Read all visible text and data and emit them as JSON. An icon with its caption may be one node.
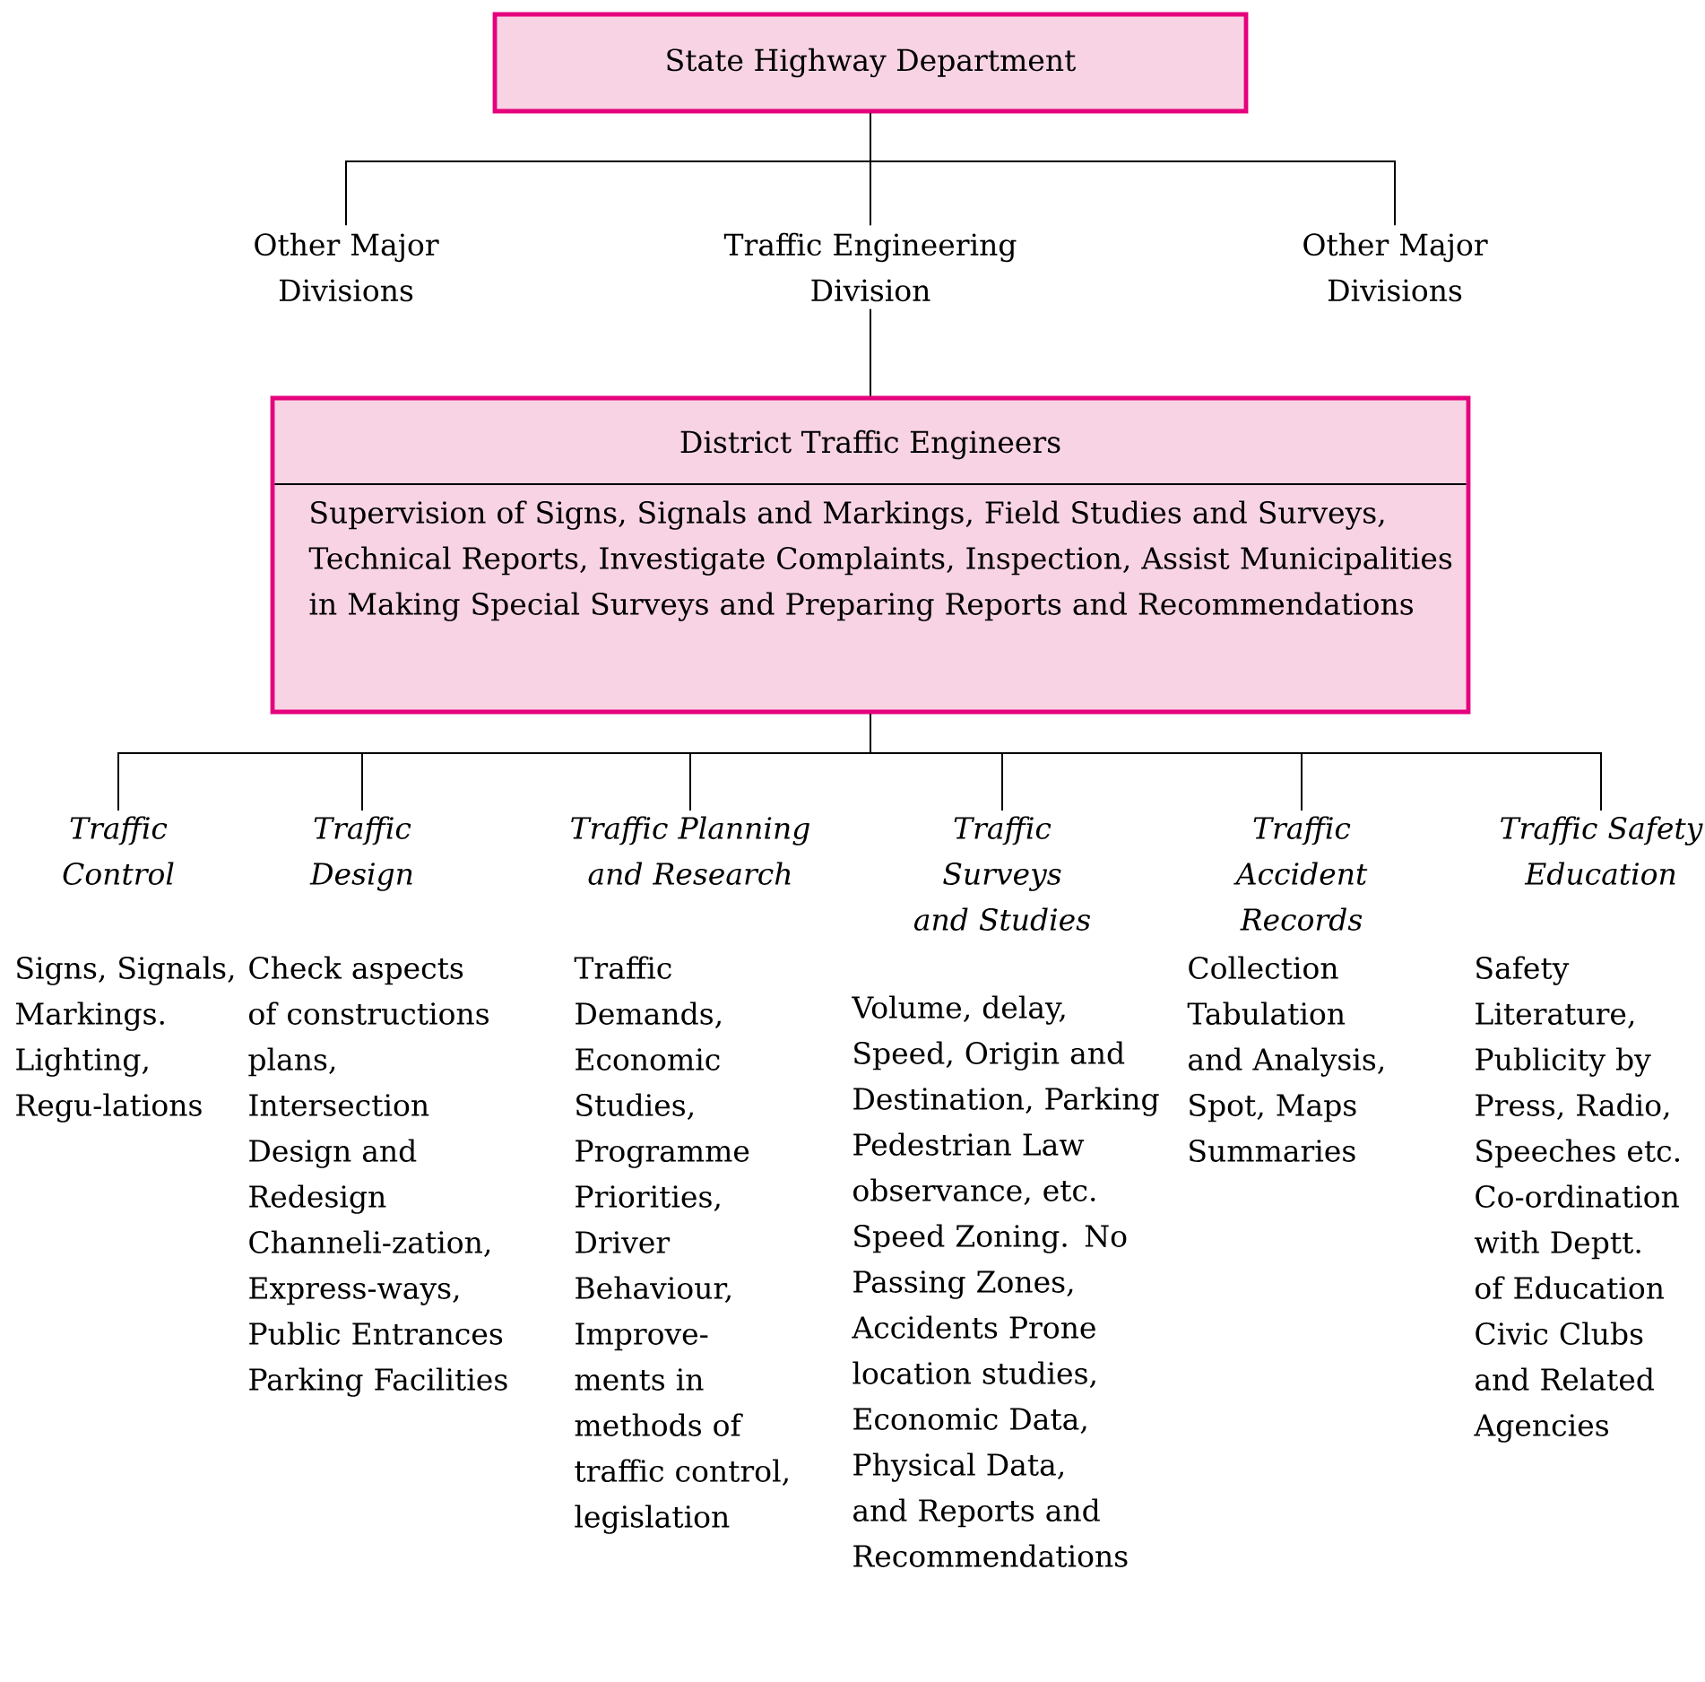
{
  "diagram": {
    "nodes": [
      {
        "text": [
          "State Highway Department"
        ]
      },
      {
        "text": [
          "Other Major Divisions"
        ]
      },
      {
        "text": [
          "Traffic Engineering Division"
        ]
      },
      {
        "text": [
          "Other Major Divisions"
        ]
      },
      {
        "text": [
          "District Traffic Engineers",
          "Supervision of Signs, Signals and Markings, Field Studies and Surveys, Technical Reports, Investigate Complaints, Inspection, Assist Municipalities in Making Special Surveys and Preparing Reports and Recommendations"
        ]
      },
      {
        "text": [
          "Traffic Control",
          "Signs, Signals, Markings. Lighting, Regu-lations"
        ]
      },
      {
        "text": [
          "Traffic Design",
          "Check aspects of constructions plans, Intersection Design and Redesign Channeli-zation, Express-ways, Public Entrances Parking Facilities"
        ]
      },
      {
        "text": [
          "Traffic Planning and Research",
          "Traffic Demands, Economic Studies, Programme Priorities, Driver Behaviour, Improve-ments in methods of traffic control, legislation"
        ]
      },
      {
        "text": [
          "Traffic Surveys and Studies",
          "Volume, delay, Speed, Origin and Destination, Parking Pedestrian Law observance, etc. Speed Zoning. No Passing Zones, Accidents Prone location studies, Economic Data, Physical Data, and Reports and Recommendations"
        ]
      },
      {
        "text": [
          "Traffic Accident Records",
          "Collection Tabulation and Analysis, Spot, Maps Summaries"
        ]
      },
      {
        "text": [
          "Traffic Safety Education",
          "Safety Literature, Publicity by Press, Radio, Speeches etc. Co-ordination with Deptt. of Education Civic Clubs and Related Agencies"
        ]
      }
    ],
    "edges": [
      {
        "from": 0,
        "to": 1,
        "arrow": "none"
      },
      {
        "from": 0,
        "to": 2,
        "arrow": "none"
      },
      {
        "from": 0,
        "to": 3,
        "arrow": "none"
      },
      {
        "from": 2,
        "to": 4,
        "arrow": "none"
      },
      {
        "from": 4,
        "to": 5,
        "arrow": "none"
      },
      {
        "from": 4,
        "to": 6,
        "arrow": "none"
      },
      {
        "from": 4,
        "to": 7,
        "arrow": "none"
      },
      {
        "from": 4,
        "to": 8,
        "arrow": "none"
      },
      {
        "from": 4,
        "to": 9,
        "arrow": "none"
      },
      {
        "from": 4,
        "to": 10,
        "arrow": "none"
      }
    ]
  }
}
